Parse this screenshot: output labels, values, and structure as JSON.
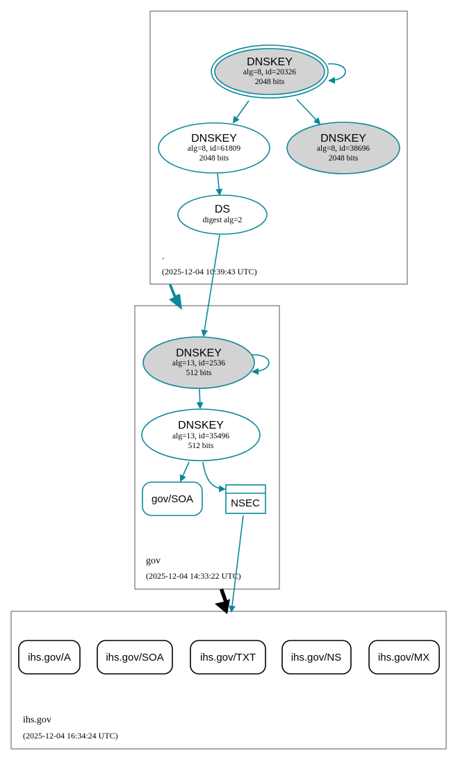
{
  "zones": {
    "root": {
      "name": ".",
      "timestamp": "(2025-12-04 10:39:43 UTC)",
      "ksk": {
        "title": "DNSKEY",
        "detail": "alg=8, id=20326",
        "size": "2048 bits"
      },
      "zsk": {
        "title": "DNSKEY",
        "detail": "alg=8, id=61809",
        "size": "2048 bits"
      },
      "key3": {
        "title": "DNSKEY",
        "detail": "alg=8, id=38696",
        "size": "2048 bits"
      },
      "ds": {
        "title": "DS",
        "detail": "digest alg=2"
      }
    },
    "gov": {
      "name": "gov",
      "timestamp": "(2025-12-04 14:33:22 UTC)",
      "ksk": {
        "title": "DNSKEY",
        "detail": "alg=13, id=2536",
        "size": "512 bits"
      },
      "zsk": {
        "title": "DNSKEY",
        "detail": "alg=13, id=35496",
        "size": "512 bits"
      },
      "soa": "gov/SOA",
      "nsec": "NSEC"
    },
    "ihs": {
      "name": "ihs.gov",
      "timestamp": "(2025-12-04 16:34:24 UTC)",
      "records": [
        "ihs.gov/A",
        "ihs.gov/SOA",
        "ihs.gov/TXT",
        "ihs.gov/NS",
        "ihs.gov/MX"
      ]
    }
  },
  "colors": {
    "edge": "#0a879a",
    "trusted_key_fill": "#d3d3d3",
    "delegation_arrow": "#000000"
  }
}
